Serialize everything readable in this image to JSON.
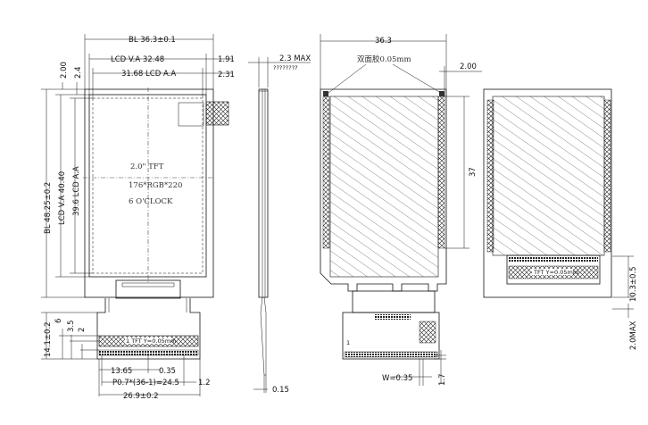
{
  "front_view": {
    "bl_width": "BL 36.3±0.1",
    "lcd_va_width": "LCD V.A 32.48",
    "lcd_aa_width": "31.68 LCD A.A",
    "right_gap_va": "1.91",
    "right_gap_aa": "2.31",
    "top_gap_va": "2.00",
    "top_gap_aa": "2.4",
    "bl_height": "BL 48.25±0.2",
    "lcd_va_height": "LCD V.A 40.40",
    "lcd_aa_height": "39.6 LCD A.A",
    "label_size": "2.0\" TFT",
    "label_res": "176*RGB*220",
    "label_view": "6 O'CLOCK",
    "fpc_total": "14.1±0.2",
    "fpc_6": "6",
    "fpc_35": "3.5",
    "fpc_2": "2",
    "pin_half": "13.65",
    "pin_width": "0.35",
    "pin_span": "P0.7*(36-1)=24.5",
    "pin_offset": "1.2",
    "fpc_width": "26.9±0.2",
    "fpc_text": "1 TFT  Y=0.05mm"
  },
  "side_view": {
    "thickness": "2.3 MAX",
    "note": "????????",
    "bottom": "0.15"
  },
  "back_view": {
    "width": "36.3",
    "tape_note": "双面胶0.05mm",
    "edge": "2.00",
    "height": "37",
    "pin_w": "W=0.35",
    "pin_off": "1.7",
    "pin_one": "1"
  },
  "right_view": {
    "dim_height": "10.3±0.5",
    "dim_max": "2.0MAX",
    "fpc_text": "TFT  Y=0.05mm"
  }
}
